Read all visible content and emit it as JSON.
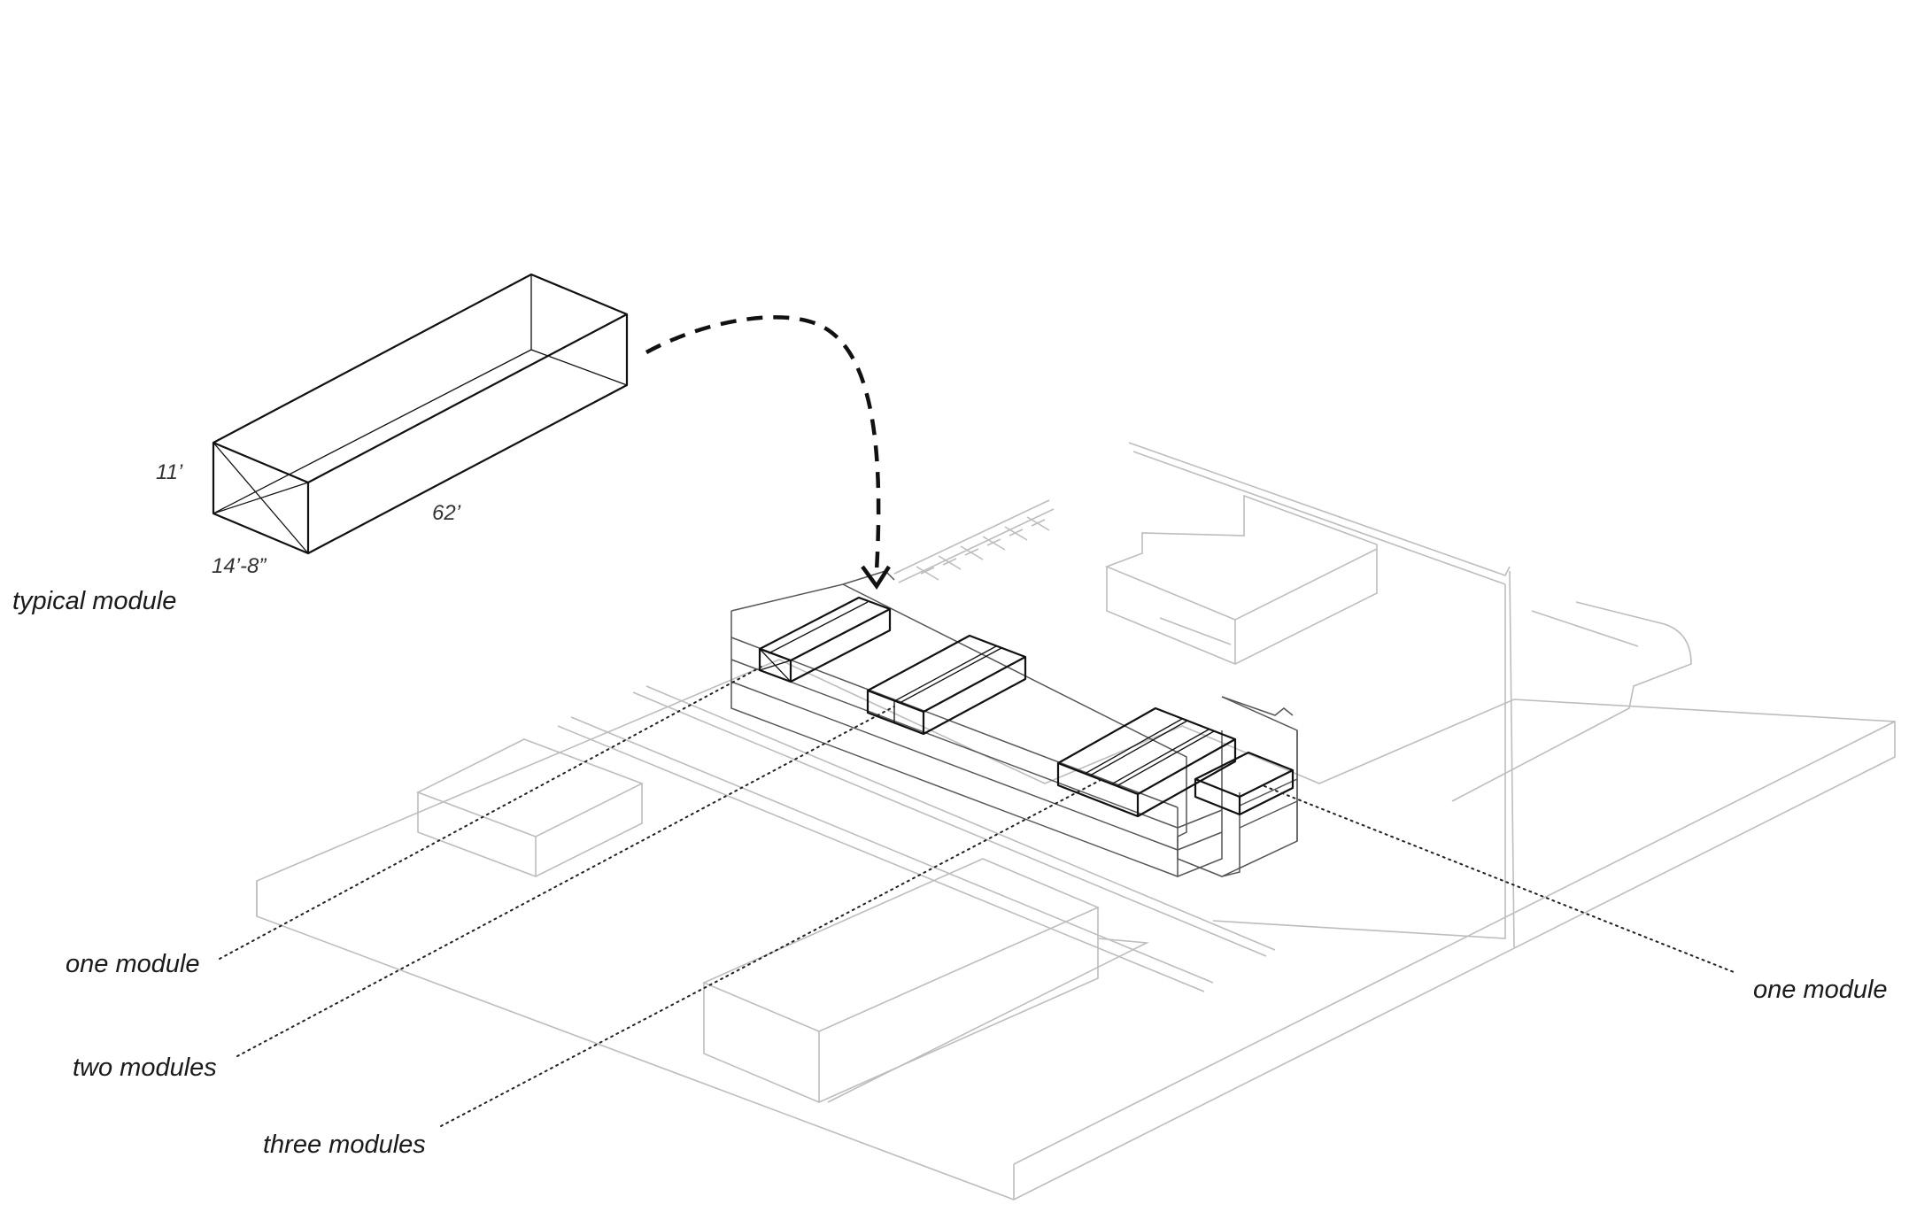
{
  "labels": {
    "typical_module": "typical module",
    "dim_height": "11’",
    "dim_length": "62’",
    "dim_width": "14’-8”",
    "one_module_left": "one module",
    "two_modules": "two modules",
    "three_modules": "three modules",
    "one_module_right": "one module"
  },
  "colors": {
    "site_lines": "#bdbdbd",
    "module_lines": "#111111",
    "text": "#1a1a1a"
  }
}
